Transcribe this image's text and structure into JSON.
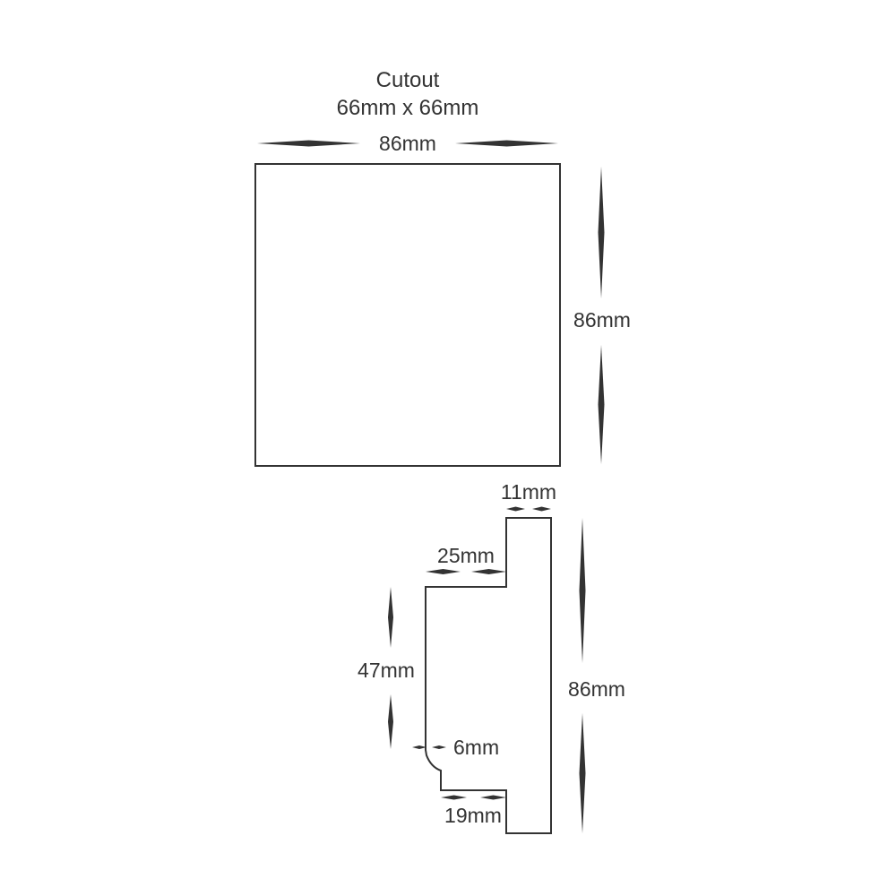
{
  "title": {
    "line1": "Cutout",
    "line2": "66mm x 66mm"
  },
  "front_view": {
    "width": "86mm",
    "height": "86mm"
  },
  "side_view": {
    "top_depth": "11mm",
    "upper_body_depth": "25mm",
    "upper_body_height": "47mm",
    "total_height": "86mm",
    "step_depth": "6mm",
    "lower_body_depth": "19mm"
  },
  "colors": {
    "line": "#333333",
    "text": "#333333",
    "background": "#ffffff"
  }
}
